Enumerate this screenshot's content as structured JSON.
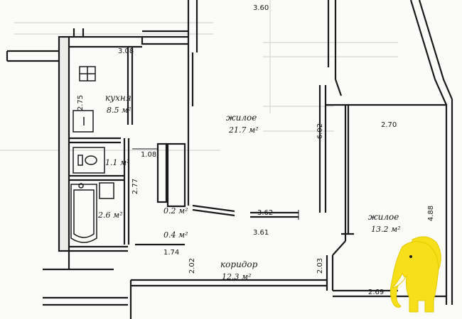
{
  "rooms": {
    "kitchen": {
      "name": "кухня",
      "area": "8.5 м²"
    },
    "living_main": {
      "name": "жилое",
      "area": "21.7 м²"
    },
    "living_right": {
      "name": "жилое",
      "area": "13.2 м²"
    },
    "corridor": {
      "name": "коридор",
      "area": "12.3 м²"
    },
    "toilet": {
      "area": "1.1 м²"
    },
    "bathroom": {
      "area": "2.6 м²"
    },
    "closet_a": {
      "area": "0.2 м²"
    },
    "closet_b": {
      "area": "0.4 м²"
    }
  },
  "dimensions": {
    "top_living": "3.60",
    "kitchen_top": "3.08",
    "kitchen_side": "2.75",
    "living_right_wall": "6.02",
    "right_room_top": "2.70",
    "right_room_side": "4.88",
    "hall_small": "1.08",
    "bath_side": "2.77",
    "partition_top": "3.62",
    "partition_bottom": "3.61",
    "corridor_small": "1.74",
    "corridor_left": "2.02",
    "corridor_right": "2.03",
    "right_room_bottom": "2.69"
  },
  "logo": {
    "name": "elephant-logo",
    "color": "#f7e01a"
  },
  "colors": {
    "ink": "#1a1a1a",
    "paper": "#fbfbf9",
    "ghost": "#d0d0d0"
  }
}
